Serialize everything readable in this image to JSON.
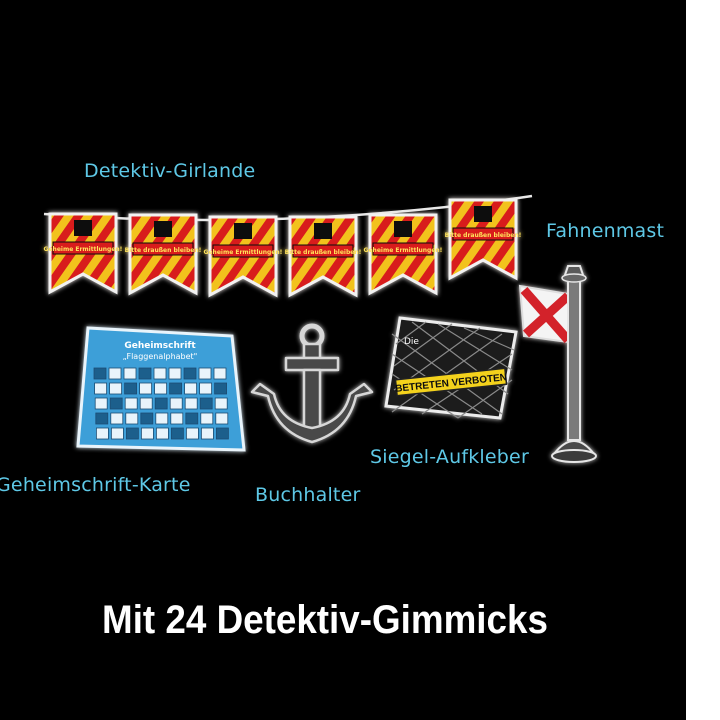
{
  "colors": {
    "background": "#000000",
    "label": "#5ec8e6",
    "headline": "#ffffff",
    "pennant_red": "#d81e1e",
    "pennant_yellow": "#f2c21b",
    "card_blue": "#3d9fd8",
    "flag_red": "#d3232a"
  },
  "labels": {
    "garland": "Detektiv-Girlande",
    "flagpole": "Fahnenmast",
    "cipher_card": "Geheimschrift-Karte",
    "bookend": "Buchhalter",
    "seal_sticker": "Siegel-Aufkleber"
  },
  "garland": {
    "pennants": [
      {
        "banner": "Geheime Ermittlungen!"
      },
      {
        "banner": "Bitte draußen bleiben!"
      },
      {
        "banner": "Geheime Ermittlungen!"
      },
      {
        "banner": "Bitte draußen bleiben!"
      },
      {
        "banner": "Geheime Ermittlungen!"
      },
      {
        "banner": "Bitte draußen bleiben!"
      }
    ]
  },
  "cipher_card": {
    "title_line1": "Geheimschrift",
    "title_line2": "„Flaggenalphabet\""
  },
  "sticker": {
    "text": "BETRETEN VERBOTEN"
  },
  "headline": "Mit 24 Detektiv-Gimmicks"
}
